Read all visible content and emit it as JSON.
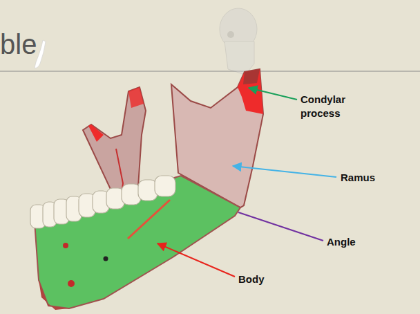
{
  "diagram": {
    "title": "ble",
    "labels": [
      "Condylar process",
      "Ramus",
      "Angle",
      "Body"
    ]
  }
}
